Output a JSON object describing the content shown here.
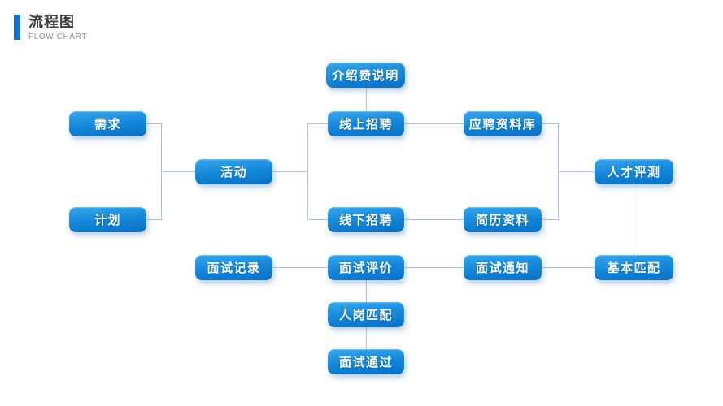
{
  "header": {
    "title": "流程图",
    "subtitle": "FLOW CHART"
  },
  "colors": {
    "accent": "#1472d4",
    "node-top": "#38a7eb",
    "node-mid": "#1486da",
    "node-bottom": "#0a70c4",
    "connector": "#a9c4e0"
  },
  "flowchart": {
    "nodes": [
      {
        "id": "intro-fee-note",
        "label": "介绍费说明"
      },
      {
        "id": "demand",
        "label": "需求"
      },
      {
        "id": "online-recruiting",
        "label": "线上招聘"
      },
      {
        "id": "applicant-database",
        "label": "应聘资料库"
      },
      {
        "id": "activity",
        "label": "活动"
      },
      {
        "id": "talent-assessment",
        "label": "人才评测"
      },
      {
        "id": "plan",
        "label": "计划"
      },
      {
        "id": "offline-recruiting",
        "label": "线下招聘"
      },
      {
        "id": "resume-data",
        "label": "简历资料"
      },
      {
        "id": "interview-record",
        "label": "面试记录"
      },
      {
        "id": "interview-evaluation",
        "label": "面试评价"
      },
      {
        "id": "interview-notification",
        "label": "面试通知"
      },
      {
        "id": "basic-match",
        "label": "基本匹配"
      },
      {
        "id": "person-post-match",
        "label": "人岗匹配"
      },
      {
        "id": "interview-passed",
        "label": "面试通过"
      }
    ],
    "edges": [
      {
        "from": "介绍费说明",
        "to": "线上招聘"
      },
      {
        "from": "需求",
        "to": "活动"
      },
      {
        "from": "计划",
        "to": "活动"
      },
      {
        "from": "活动",
        "to": "线上招聘"
      },
      {
        "from": "活动",
        "to": "线下招聘"
      },
      {
        "from": "线上招聘",
        "to": "应聘资料库"
      },
      {
        "from": "线下招聘",
        "to": "简历资料"
      },
      {
        "from": "应聘资料库",
        "to": "人才评测"
      },
      {
        "from": "简历资料",
        "to": "人才评测"
      },
      {
        "from": "人才评测",
        "to": "基本匹配"
      },
      {
        "from": "基本匹配",
        "to": "面试通知"
      },
      {
        "from": "面试通知",
        "to": "面试评价"
      },
      {
        "from": "面试评价",
        "to": "面试记录"
      },
      {
        "from": "面试评价",
        "to": "人岗匹配"
      },
      {
        "from": "人岗匹配",
        "to": "面试通过"
      }
    ]
  }
}
